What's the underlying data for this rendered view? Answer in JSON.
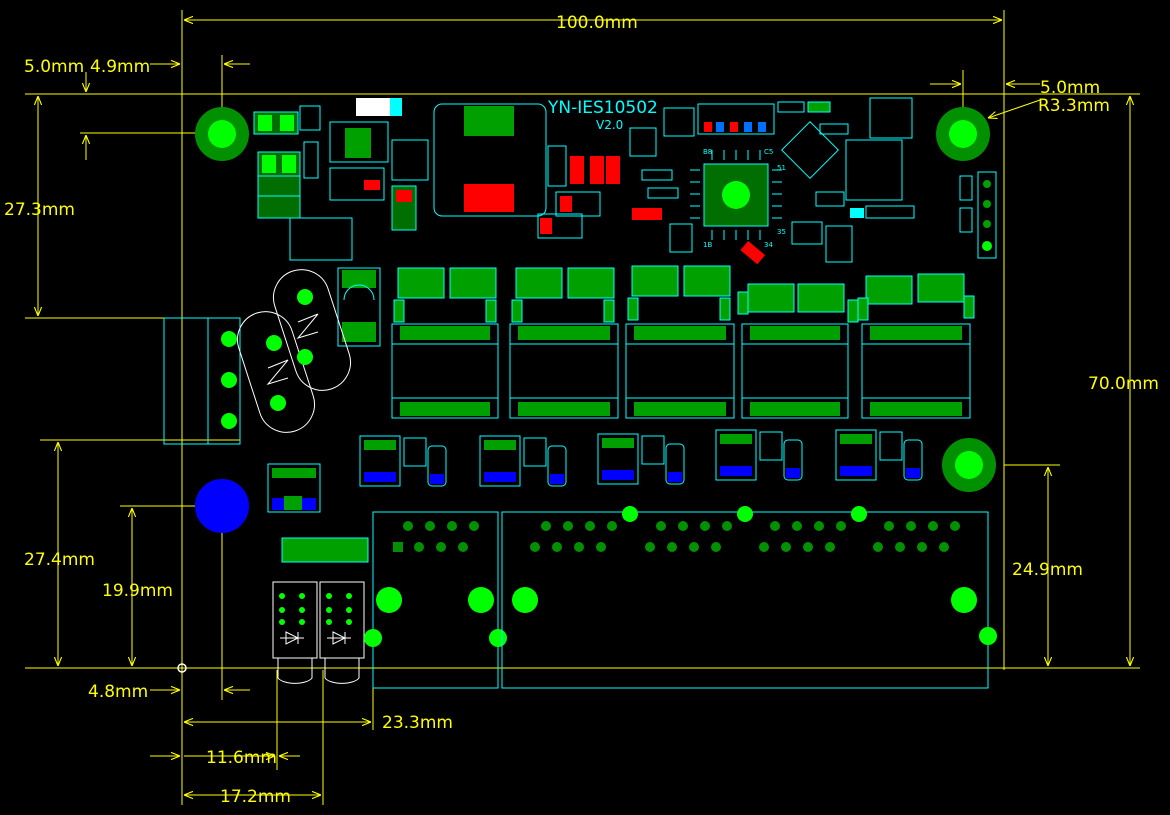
{
  "board": {
    "name": "YN-IES10502",
    "version": "V2.0"
  },
  "dimensions": {
    "width": "100.0mm",
    "height": "70.0mm",
    "hole_left_x": "5.0mm",
    "hole_left_x2": "4.9mm",
    "hole_right_x": "5.0mm",
    "hole_radius": "R3.3mm",
    "terminal_y": "27.3mm",
    "dc_jack_y": "27.4mm",
    "led_y": "19.9mm",
    "led_x": "4.8mm",
    "rj45_x": "23.3mm",
    "led1_x": "11.6mm",
    "led2_x": "17.2mm",
    "hole_bottom_y": "24.9mm"
  },
  "chip_pins": {
    "p1": "1B",
    "p2": "34",
    "p3": "35",
    "p4": "51",
    "p5": "C5",
    "p6": "B8"
  },
  "colors": {
    "outline": "#00ffff",
    "pad": "#00ff00",
    "dark_pad": "#009000",
    "dimension": "#ffff00",
    "red": "#ff0000",
    "blue": "#0000ff"
  }
}
